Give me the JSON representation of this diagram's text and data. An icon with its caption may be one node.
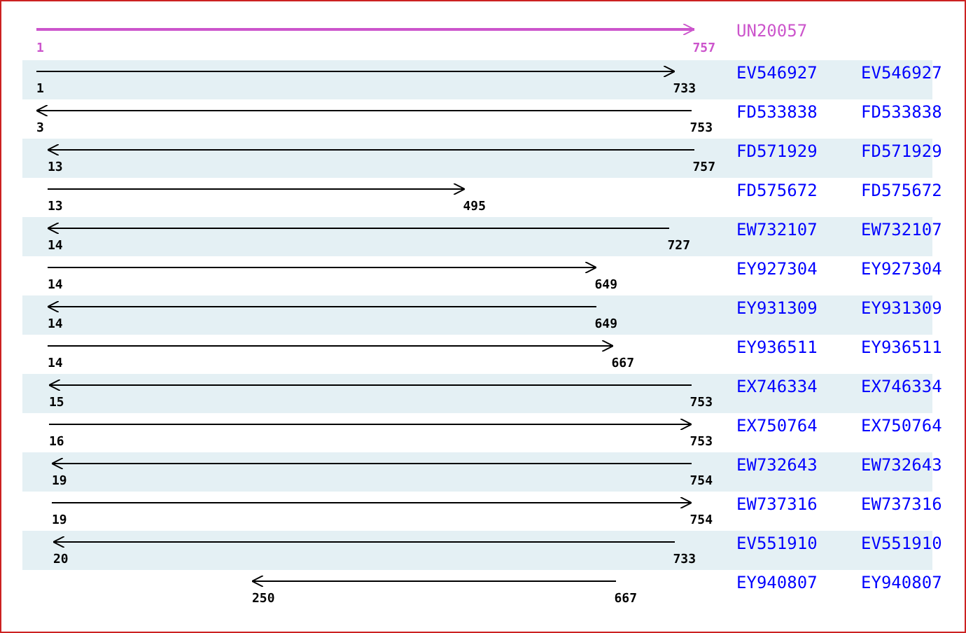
{
  "diagram": {
    "labels": [
      "UN20057",
      "1",
      "757",
      "EV546927",
      "EV546927",
      "1",
      "733",
      "FD533838",
      "FD533838",
      "3",
      "753",
      "FD571929",
      "FD571929",
      "13",
      "757",
      "FD575672",
      "FD575672",
      "13",
      "495",
      "EW732107",
      "EW732107",
      "14",
      "727",
      "EY927304",
      "EY927304",
      "14",
      "649",
      "EY931309",
      "EY931309",
      "14",
      "649",
      "EY936511",
      "EY936511",
      "14",
      "667",
      "EX746334",
      "EX746334",
      "15",
      "753",
      "EX750764",
      "EX750764",
      "16",
      "753",
      "EW732643",
      "EW732643",
      "19",
      "754",
      "EW737316",
      "EW737316",
      "19",
      "754",
      "EV551910",
      "EV551910",
      "20",
      "733",
      "EY940807",
      "EY940807",
      "250",
      "667"
    ]
  }
}
